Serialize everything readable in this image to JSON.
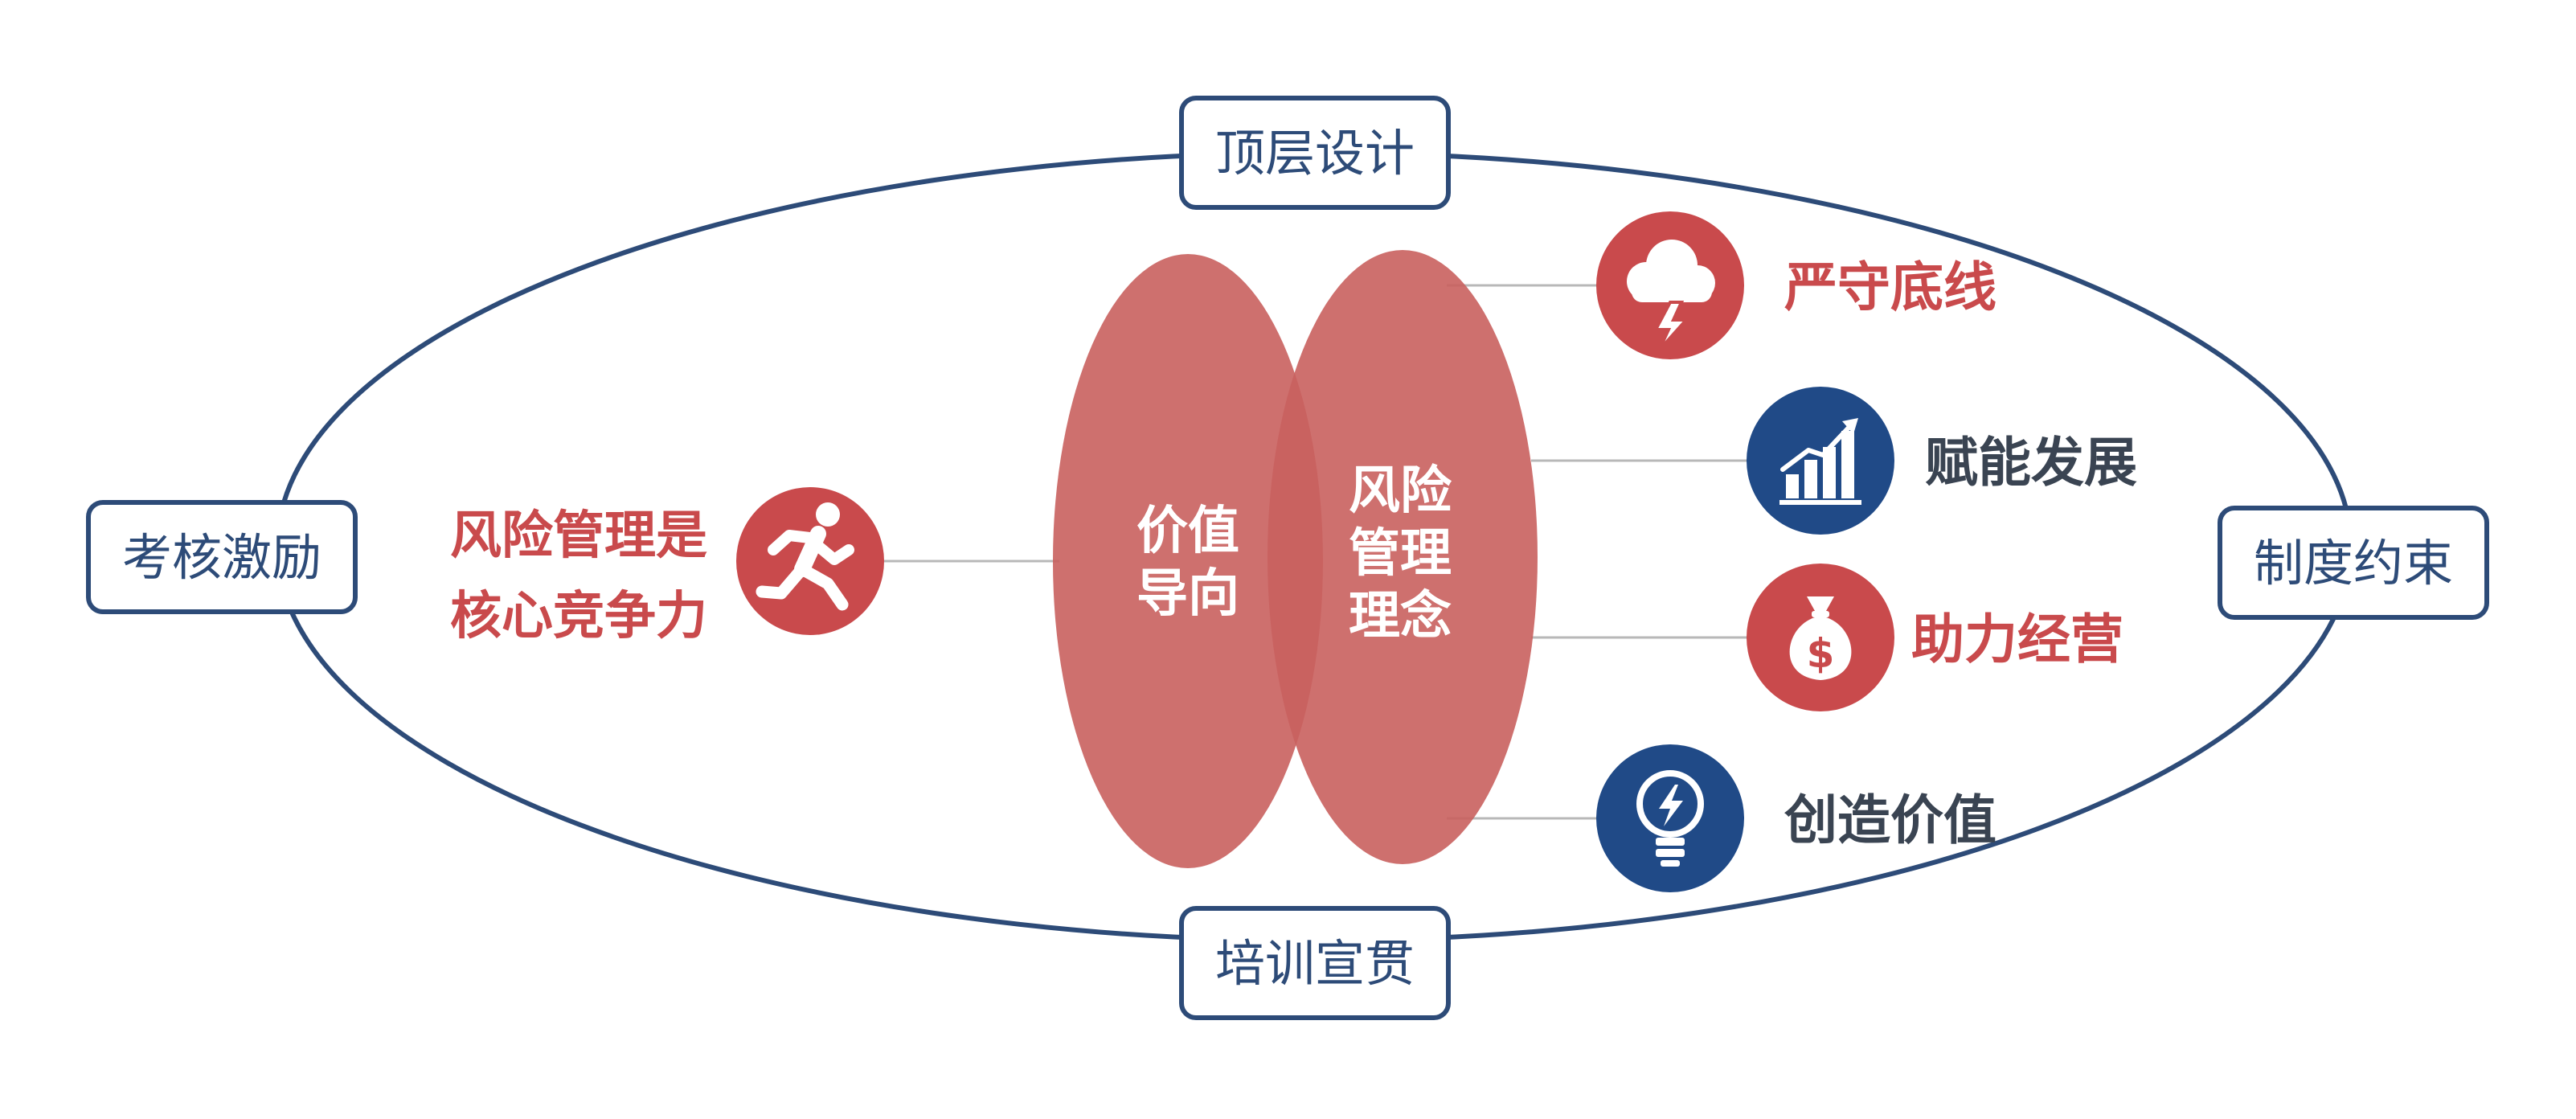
{
  "colors": {
    "navy": "#2d4b78",
    "red": "#c94a4c",
    "lens": "#c9605e",
    "dark_text": "#3a4452",
    "icon_blue": "#204a87",
    "connector": "#b8b8b8"
  },
  "frame_boxes": {
    "top": "顶层设计",
    "bottom": "培训宣贯",
    "left": "考核激励",
    "right": "制度约束"
  },
  "left_statement": {
    "line1": "风险管理是",
    "line2": "核心竞争力",
    "icon": "running-person-icon"
  },
  "lenses": {
    "left": {
      "line1": "价值",
      "line2": "导向"
    },
    "right": {
      "line1": "风险",
      "line2": "管理",
      "line3": "理念"
    }
  },
  "items": [
    {
      "label": "严守底线",
      "icon": "storm-cloud-icon",
      "theme": "red"
    },
    {
      "label": "赋能发展",
      "icon": "growth-chart-icon",
      "theme": "blue"
    },
    {
      "label": "助力经营",
      "icon": "money-bag-icon",
      "theme": "red"
    },
    {
      "label": "创造价值",
      "icon": "lightbulb-icon",
      "theme": "blue"
    }
  ]
}
